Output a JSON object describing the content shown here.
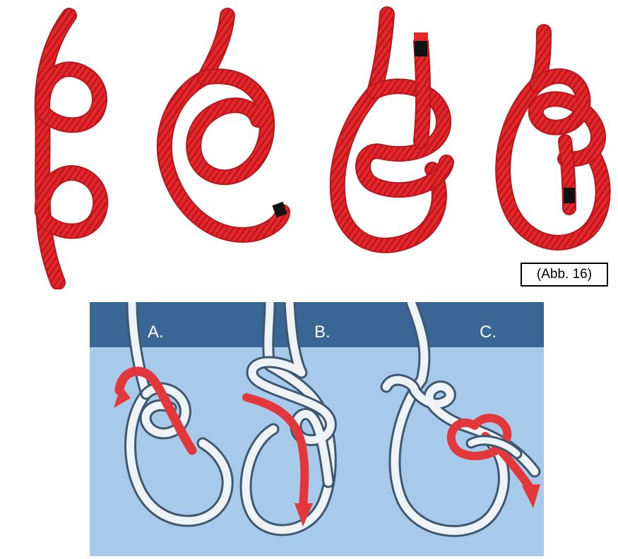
{
  "figure_caption": "(Abb. 16)",
  "steps": [
    {
      "label": "A."
    },
    {
      "label": "B."
    },
    {
      "label": "C."
    }
  ],
  "colors": {
    "rope_red": "#e5262b",
    "rope_red_dark": "#a8161a",
    "rope_white": "#eef3f8",
    "rope_outline": "#3f5870",
    "panel_header": "#3a6696",
    "panel_body": "#a7c9ea",
    "arrow_red": "#e2383c",
    "tape_black": "#111111"
  }
}
